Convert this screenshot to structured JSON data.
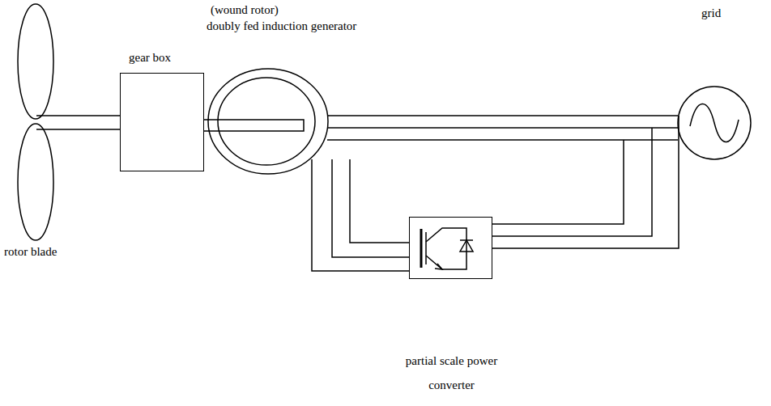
{
  "diagram": {
    "nodes": [
      {
        "text": [
          "rotor blade"
        ]
      },
      {
        "text": [
          "gear box"
        ]
      },
      {
        "text": [
          "(wound rotor)",
          "doubly fed induction generator"
        ]
      },
      {
        "text": [
          "partial scale power converter"
        ]
      },
      {
        "text": [
          "grid"
        ]
      }
    ],
    "edges": [
      {
        "from": 0,
        "to": 1,
        "arrow": "none"
      },
      {
        "from": 1,
        "to": 2,
        "arrow": "none"
      },
      {
        "from": 2,
        "to": 4,
        "arrow": "none"
      },
      {
        "from": 2,
        "to": 3,
        "arrow": "none"
      },
      {
        "from": 3,
        "to": 4,
        "arrow": "none"
      }
    ]
  }
}
